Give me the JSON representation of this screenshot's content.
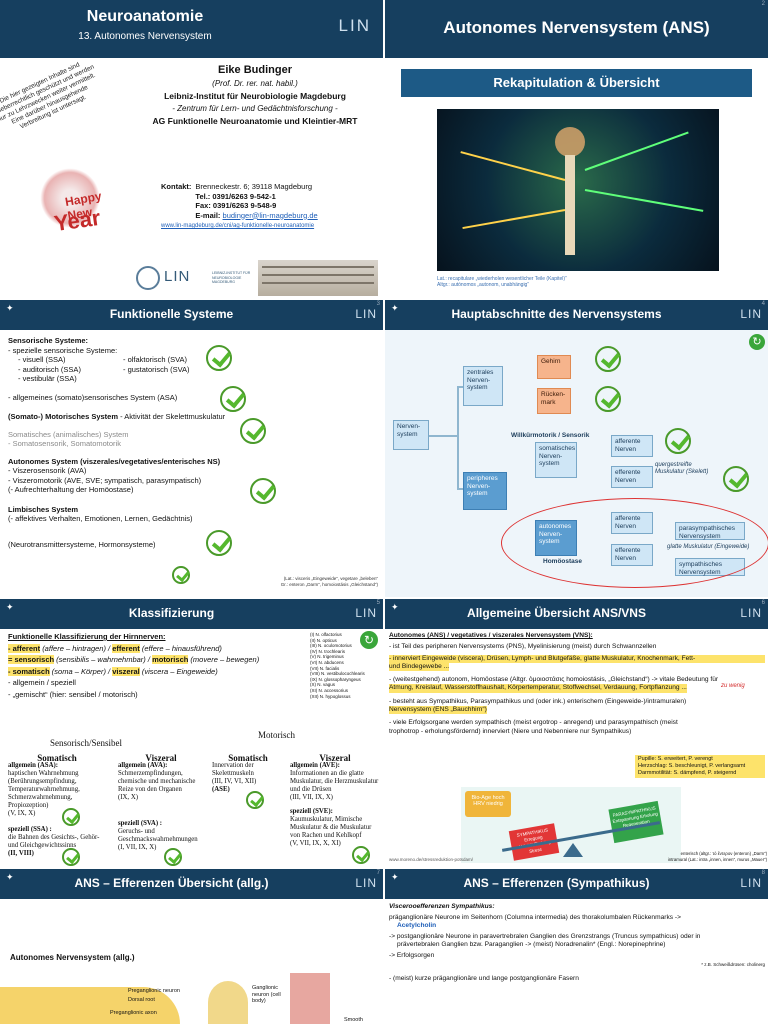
{
  "slide1": {
    "title": "Neuroanatomie",
    "subtitle": "13. Autonomes Nervensystem",
    "logo_text": "LIN",
    "author": "Eike Budinger",
    "degree": "(Prof. Dr. rer. nat. habil.)",
    "institute": "Leibniz-Institut für Neurobiologie Magdeburg",
    "center": "- Zentrum für Lern- und Gedächtnisforschung -",
    "group": "AG Funktionelle Neuroanatomie und Kleintier-MRT",
    "copyright_note": "Die hier gezeigten Inhalte sind urheberrechtlich geschützt und werden nur zu Lehrzwecken weiter vermittelt. Eine darüber hinausgehende Verbreitung ist untersagt.",
    "greeting_line1": "Happy New",
    "greeting_line2": "Year",
    "contact_label": "Kontakt:",
    "address": "Brenneckestr. 6; 39118 Magdeburg",
    "tel": "Tel.: 0391/6263 9-542-1",
    "fax": "Fax: 0391/6263 9-548-9",
    "email_label": "E-mail:",
    "email": "budinger@lin-magdeburg.de",
    "url": "www.lin-magdeburg.de/cni/ag-funktionelle-neuroanatomie",
    "logo_sub": "LEIBNIZ-INSTITUT FÜR NEUROBIOLOGIE MAGDEBURG"
  },
  "slide2": {
    "num": "2",
    "title": "Autonomes Nervensystem (ANS)",
    "banner": "Rekapitulation & Übersicht",
    "cap1": "Lat.: recapitulare „wiederholen wesentlicher Teile (Kapitel)“",
    "cap2": "Altgr.: autónomos „autonom, unabhängig“"
  },
  "slide3": {
    "num": "3",
    "title": "Funktionelle Systeme",
    "logo_text": "LIN",
    "h1": "Sensorische Systeme:",
    "l1": "- spezielle sensorische Systeme:",
    "s1": "- visuell (SSA)",
    "s2": "- auditorisch (SSA)",
    "s3": "- vestibulär (SSA)",
    "s4": "- olfaktorisch (SVA)",
    "s5": "- gustatorisch (SVA)",
    "l2": "- allgemeines (somato)sensorisches System (ASA)",
    "h2": "(Somato-) Motorisches System",
    "h2b": "- Aktivität der Skelettmuskulatur",
    "g1": "Somatisches (animalisches) System",
    "g2": "- Somatosensorik, Somatomotorik",
    "h3": "Autonomes System (viszerales/vegetatives/enterisches NS)",
    "a1": "- Viszerosensorik (AVA)",
    "a2": "- Viszeromotorik (AVE, SVE; sympatisch, parasympatisch)",
    "a3": "(- Aufrechterhaltung der Homöostase)",
    "h4": "Limbisches System",
    "h4b": "(- affektives Verhalten, Emotionen, Lernen, Gedächtnis)",
    "h5": "(Neurotransmittersysteme, Hormonsysteme)",
    "foot1": "(Lat.: visceris „Eingeweide“, vegetare „beleben“",
    "foot2": "Gr.: enteron „Darm“, homoiostásis „Gleichstand“)"
  },
  "slide4": {
    "num": "4",
    "title": "Hauptabschnitte des Nervensystems",
    "logo_text": "LIN",
    "nerv": "Nerven-system",
    "zentral": "zentrales Nerven-system",
    "gehirn": "Gehirn",
    "rueck": "Rücken-mark",
    "peripher": "peripheres Nerven-system",
    "willk": "Willkürmotorik / Sensorik",
    "somat": "somatisches Nerven-system",
    "aff1": "afferente Nerven",
    "eff1": "efferente Nerven",
    "quer": "quergestreifte Muskulatur (Skelett)",
    "auto": "autonomes Nerven-system",
    "homo": "Homöostase",
    "aff2": "afferente Nerven",
    "eff2": "efferente Nerven",
    "para": "parasympathisches Nervensystem",
    "glatt": "glatte Muskulatur (Eingeweide)",
    "symp": "sympathisches Nervensystem"
  },
  "slide5": {
    "num": "5",
    "title": "Klassifizierung",
    "logo_text": "LIN",
    "h1": "Funktionelle Klassifizierung der Hirnnerven:",
    "r1a": "- afferent",
    "r1b": "(affere – hintragen) /",
    "r1c": "efferent",
    "r1d": "(effere – hinausführend)",
    "r2a": "= sensorisch",
    "r2b": "(sensibilis – wahrnehmbar) /",
    "r2c": "motorisch",
    "r2d": "(movere – bewegen)",
    "r3a": "- somatisch",
    "r3b": "(soma – Körper) /",
    "r3c": "viszeral",
    "r3d": "(viscera – Eingeweide)",
    "r4": "- allgemein / speziell",
    "r5": "- „gemischt“ (hier: sensibel / motorisch)",
    "nerves": [
      "(I) N. olfactorius",
      "(II) N. opticus",
      "(III) N. oculomotorius",
      "(IV) N. trochlearis",
      "(V) N. trigeminus",
      "(VI) N. abducens",
      "(VII) N. facialis",
      "(VIII) N. vestibulocochlearis",
      "(IX) N. glossopharyngeus",
      "(X) N. vagus",
      "(XI) N. accessorius",
      "(XII) N. hypoglossus"
    ],
    "sens_head": "Sensorisch/Sensibel",
    "mot_head": "Motorisch",
    "c1h": "Somatisch",
    "c2h": "Viszeral",
    "c3h": "Somatisch",
    "c4h": "Viszeral",
    "c1a": "allgemein (ASA):",
    "c1b": "haptischen Wahrnehmung (Berührungsempfindung, Temperaturwahrnehmung, Schmerzwahrnehmung, Propiozeption)",
    "c1c": "(V, IX, X)",
    "c1d": "speziell (SSA) :",
    "c1e": "die Bahnen des Gesichts-, Gehör- und Gleichgewichtssinns",
    "c1f": "(II, VIII)",
    "c2a": "allgemein (AVA):",
    "c2b": "Schmerzempfindungen, chemische und mechanische Reize von den Organen",
    "c2c": "(IX, X)",
    "c2d": "speziell (SVA) :",
    "c2e": "Geruchs- und Geschmackswahrnehmungen",
    "c2f": "(I, VII, IX, X)",
    "c3a": "Innervation der Skelettmuskeln",
    "c3b": "(III, IV, VI, XII)",
    "c3c": "(ASE)",
    "c4a": "allgemein (AVE):",
    "c4b": "Informationen an die glatte Muskulatur, die Herzmuskulatur und die Drüsen",
    "c4c": "(III, VII, IX, X)",
    "c4d": "speziell (SVE):",
    "c4e": "Kaumuskulatur, Mimische Muskulatur & die Muskulatur von Rachen und Kehlkopf",
    "c4f": "(V, VII, IX, X, XI)"
  },
  "slide6": {
    "num": "6",
    "title": "Allgemeine Übersicht ANS/VNS",
    "logo_text": "LIN",
    "h1": "Autonomes (ANS) / vegetatives / viszerales Nervensystem (VNS):",
    "p1": "- ist Teil des peripheren Nervensystems (PNS), Myelinisierung (meist) durch Schwannzellen",
    "p2a": "- innerviert Eingeweide (viscera), Drüsen, Lymph- und Blutgefäße, glatte Muskulatur, Knochenmark, Fett-",
    "p2b": "und Bindegewebe ...",
    "p3a": "- (weitestgehend) autonom, Homöostase (Altgr. ὁμοιοστάσις homoiostásis, „Gleichstand“) -> vitale Bedeutung für",
    "p3b": "Atmung, Kreislauf, Wasserstoffhaushalt, Körpertemperatur, Stoffwechsel, Verdauung, Fortpflanzung ...",
    "p4a": "- besteht aus Sympathikus, Parasympathikus und (oder ink.) enterischem (Eingeweide-)/intramuralen)",
    "p4b": "Nervensystem (ENS „Bauchhirn“)",
    "p5a": "- viele Erfolgsorgane werden sympathisch (meist ergotrop - anregend) und parasympathisch (meist",
    "p5b": "trophotrop - erholungsfördernd) innerviert (Niere und Nebenniere nur Sympathikus)",
    "note_wenig": "zu wenig",
    "pup1": "Pupille: S. erweitert, P. verengt",
    "pup2": "Herzschlag: S. beschleunigt, P. verlangsamt",
    "pup3": "Darmmotilität: S. dämpfend, P. steigernd",
    "bio": "Bio-Age hoch HRV niedrig",
    "symp_box": "SYMPATHIKUS Erregung Aktivität/Training Stress",
    "para_box": "PARASYMPATHIKUS Entspannung Erholung Regeneration",
    "url": "www.moreno.de/stressreduktion-potsdam/",
    "ent1": "enterisch (altgr.: τὸ ἔντερον (enteron) „Darm“)",
    "ent2": "intramural (Lat.: intra „innen, innen“, murus „Mauer“)"
  },
  "slide7": {
    "num": "7",
    "title": "ANS – Efferenzen Übersicht (allg.)",
    "logo_text": "LIN",
    "subtitle": "Autonomes Nervensystem (allg.)",
    "l1": "Preganglionic neuron",
    "l2": "Dorsal root",
    "l3": "Preganglionic axon",
    "l4": "Ganglionic neuron (cell body)",
    "l5": "Smooth"
  },
  "slide8": {
    "num": "8",
    "title": "ANS – Efferenzen (Sympathikus)",
    "logo_text": "LIN",
    "h1": "Viscerooefferenzen Sympathikus:",
    "p1a": "präganglionäre Neurone im Seitenhorn (Columna intermedia) des thorakolumbalen Rückenmarks ->",
    "p1b": "Acetylcholin",
    "p2a": "-> postganglionäre Neurone in paravertrebralen Ganglien des Grenzstrangs (Truncus sympathicus) oder in",
    "p2b": "prävertebralen Ganglien bzw. Paraganglien -> (meist) Noradrenalin* (Engl.: Norepinephrine)",
    "p3": "-> Erfolgsorgen",
    "p4": "* z.B. Schweißdrüsen: cholinerg",
    "p5": "- (meist) kurze präganglionäre und lange postganglionäre Fasern"
  },
  "colors": {
    "header": "#163f5f",
    "accent": "#1d5a86",
    "check": "#55b82e",
    "highlight": "#fde36b"
  }
}
